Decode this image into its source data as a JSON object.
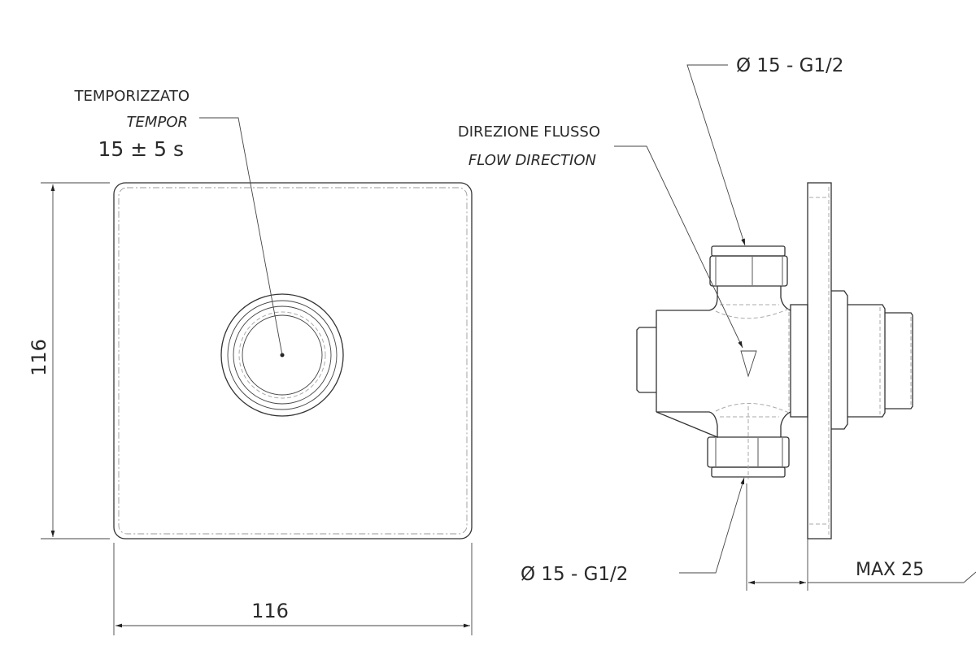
{
  "front_view": {
    "label_it": "TEMPORIZZATO",
    "label_en": "TEMPOR",
    "timing": "15 ± 5 s",
    "height_dim": "116",
    "width_dim": "116"
  },
  "side_view": {
    "flow_it": "DIREZIONE FLUSSO",
    "flow_en": "FLOW DIRECTION",
    "inlet_top": "Ø 15 - G1/2",
    "inlet_bottom": "Ø 15 - G1/2",
    "max_dim": "MAX 25"
  },
  "colors": {
    "line": "#333333",
    "background": "#ffffff"
  }
}
